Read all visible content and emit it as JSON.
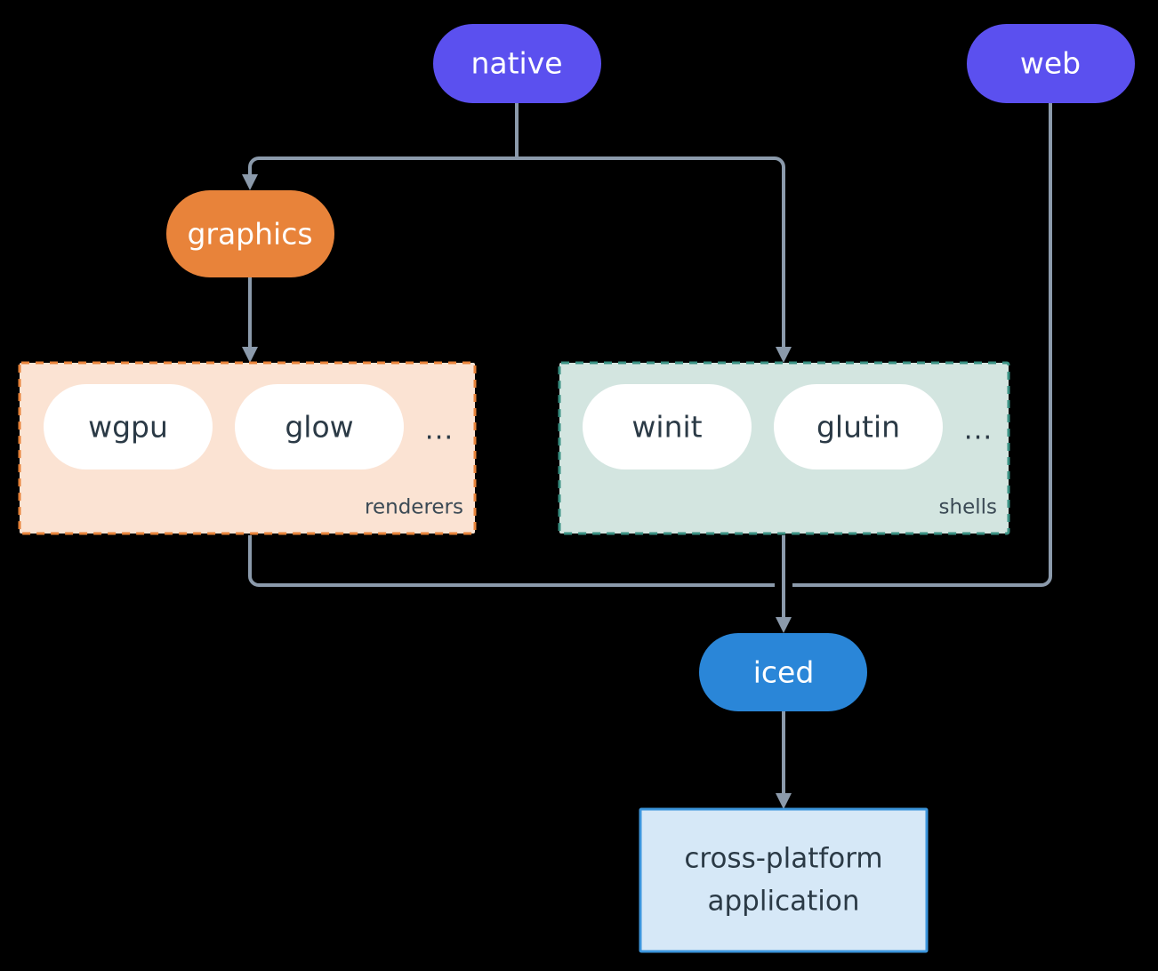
{
  "diagram": {
    "background": "#000000",
    "edge_color": "#8b9aab",
    "nodes": {
      "native": {
        "label": "native",
        "fill": "#5b50ef",
        "text_color": "#ffffff",
        "shape": "pill"
      },
      "web": {
        "label": "web",
        "fill": "#5b50ef",
        "text_color": "#ffffff",
        "shape": "pill"
      },
      "graphics": {
        "label": "graphics",
        "fill": "#e8833a",
        "text_color": "#ffffff",
        "shape": "pill"
      },
      "iced": {
        "label": "iced",
        "fill": "#2a86d8",
        "text_color": "#ffffff",
        "shape": "pill"
      },
      "application": {
        "label_line_1": "cross-platform",
        "label_line_2": "application",
        "fill": "#d6e8f7",
        "border": "#3d96dd",
        "text_color": "#2b3a46",
        "shape": "rect"
      }
    },
    "groups": [
      {
        "id": "renderers",
        "caption": "renderers",
        "fill": "#fbe3d3",
        "border": "#e8833a",
        "border_style": "dashed",
        "ellipsis": "...",
        "items": [
          {
            "label": "wgpu"
          },
          {
            "label": "glow"
          }
        ]
      },
      {
        "id": "shells",
        "caption": "shells",
        "fill": "#d3e5e0",
        "border": "#3a9183",
        "border_style": "dashed",
        "ellipsis": "...",
        "items": [
          {
            "label": "winit"
          },
          {
            "label": "glutin"
          }
        ]
      }
    ],
    "edges": [
      {
        "from": "native",
        "to": "graphics"
      },
      {
        "from": "native",
        "to": "shells"
      },
      {
        "from": "graphics",
        "to": "renderers"
      },
      {
        "from": "renderers",
        "to": "iced"
      },
      {
        "from": "shells",
        "to": "iced"
      },
      {
        "from": "web",
        "to": "iced"
      },
      {
        "from": "iced",
        "to": "application"
      }
    ]
  }
}
